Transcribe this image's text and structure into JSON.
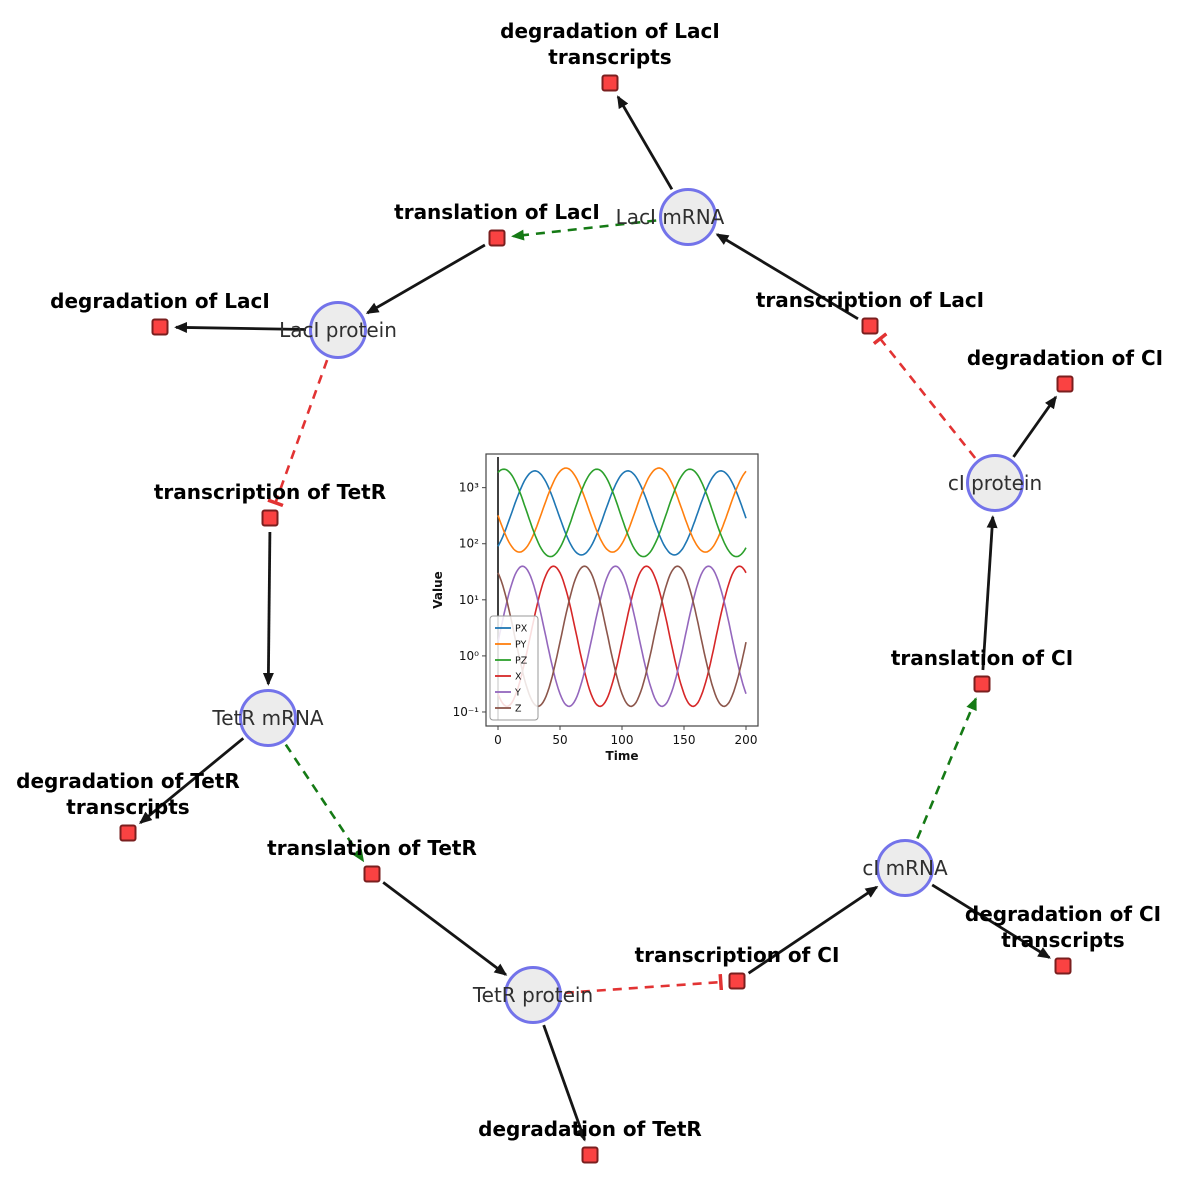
{
  "network": {
    "species": [
      {
        "id": "laci_mrna",
        "label": "LacI mRNA"
      },
      {
        "id": "laci_protein",
        "label": "LacI protein"
      },
      {
        "id": "ci_protein",
        "label": "cI protein"
      },
      {
        "id": "tetr_mrna",
        "label": "TetR mRNA"
      },
      {
        "id": "ci_mrna",
        "label": "cI mRNA"
      },
      {
        "id": "tetr_protein",
        "label": "TetR protein"
      }
    ],
    "reactions": [
      {
        "id": "deg_laci_tx",
        "label": "degradation of LacI transcripts"
      },
      {
        "id": "transl_laci",
        "label": "translation of LacI"
      },
      {
        "id": "deg_laci",
        "label": "degradation of LacI"
      },
      {
        "id": "txn_laci",
        "label": "transcription of LacI"
      },
      {
        "id": "deg_ci",
        "label": "degradation of CI"
      },
      {
        "id": "txn_tetr",
        "label": "transcription of TetR"
      },
      {
        "id": "deg_tetr_tx",
        "label": "degradation of TetR transcripts"
      },
      {
        "id": "transl_tetr",
        "label": "translation of TetR"
      },
      {
        "id": "deg_tetr",
        "label": "degradation of TetR"
      },
      {
        "id": "txn_ci",
        "label": "transcription of CI"
      },
      {
        "id": "deg_ci_tx",
        "label": "degradation of CI transcripts"
      },
      {
        "id": "transl_ci",
        "label": "translation of CI"
      }
    ],
    "edges": [
      {
        "from": "laci_mrna",
        "to": "deg_laci_tx",
        "type": "consumption"
      },
      {
        "from": "transl_laci",
        "to": "laci_protein",
        "type": "production"
      },
      {
        "from": "laci_mrna",
        "to": "transl_laci",
        "type": "modifier"
      },
      {
        "from": "txn_laci",
        "to": "laci_mrna",
        "type": "production"
      },
      {
        "from": "ci_protein",
        "to": "txn_laci",
        "type": "inhibition"
      },
      {
        "from": "ci_protein",
        "to": "deg_ci",
        "type": "consumption"
      },
      {
        "from": "transl_ci",
        "to": "ci_protein",
        "type": "production"
      },
      {
        "from": "ci_mrna",
        "to": "transl_ci",
        "type": "modifier"
      },
      {
        "from": "txn_ci",
        "to": "ci_mrna",
        "type": "production"
      },
      {
        "from": "tetr_protein",
        "to": "txn_ci",
        "type": "inhibition"
      },
      {
        "from": "tetr_protein",
        "to": "deg_tetr",
        "type": "consumption"
      },
      {
        "from": "transl_tetr",
        "to": "tetr_protein",
        "type": "production"
      },
      {
        "from": "tetr_mrna",
        "to": "transl_tetr",
        "type": "modifier"
      },
      {
        "from": "txn_tetr",
        "to": "tetr_mrna",
        "type": "production"
      },
      {
        "from": "laci_protein",
        "to": "txn_tetr",
        "type": "inhibition"
      },
      {
        "from": "laci_protein",
        "to": "deg_laci",
        "type": "consumption"
      },
      {
        "from": "tetr_mrna",
        "to": "deg_tetr_tx",
        "type": "consumption"
      },
      {
        "from": "ci_mrna",
        "to": "deg_ci_tx",
        "type": "consumption"
      }
    ],
    "colors": {
      "species_fill": "#ececec",
      "species_border": "#7373ea",
      "reaction_fill": "#fa4242",
      "reaction_border": "#7a1f1f",
      "edge_black": "#151515",
      "edge_modifier_green": "#157a15",
      "edge_inhibition_red": "#e23333"
    }
  },
  "chart_data": {
    "type": "line",
    "title": "",
    "xlabel": "Time",
    "ylabel": "Value",
    "xlim": [
      0,
      200
    ],
    "ylim_log10": [
      -1.25,
      3.6
    ],
    "y_scale": "log",
    "grid": false,
    "legend_position": "lower-left",
    "x_ticks": [
      0,
      50,
      100,
      150,
      200
    ],
    "y_ticks": [
      {
        "exp": -1,
        "label": "10⁻¹"
      },
      {
        "exp": 0,
        "label": "10⁰"
      },
      {
        "exp": 1,
        "label": "10¹"
      },
      {
        "exp": 2,
        "label": "10²"
      },
      {
        "exp": 3,
        "label": "10³"
      }
    ],
    "initial_transient_line_x": 0,
    "series": [
      {
        "name": "PX",
        "color": "#1f77b4",
        "log10_mid": 2.55,
        "log10_amp": 0.75,
        "period": 75,
        "phase": 11
      },
      {
        "name": "PY",
        "color": "#ff7f0e",
        "log10_mid": 2.6,
        "log10_amp": 0.75,
        "period": 75,
        "phase": 36
      },
      {
        "name": "PZ",
        "color": "#2ca02c",
        "log10_mid": 2.55,
        "log10_amp": 0.78,
        "period": 75,
        "phase": 61
      },
      {
        "name": "X",
        "color": "#d62728",
        "log10_mid": 0.35,
        "log10_amp": 1.25,
        "period": 75,
        "phase": 26
      },
      {
        "name": "Y",
        "color": "#9467bd",
        "log10_mid": 0.35,
        "log10_amp": 1.25,
        "period": 75,
        "phase": 1
      },
      {
        "name": "Z",
        "color": "#8c564b",
        "log10_mid": 0.35,
        "log10_amp": 1.25,
        "period": 75,
        "phase": 51
      }
    ]
  }
}
